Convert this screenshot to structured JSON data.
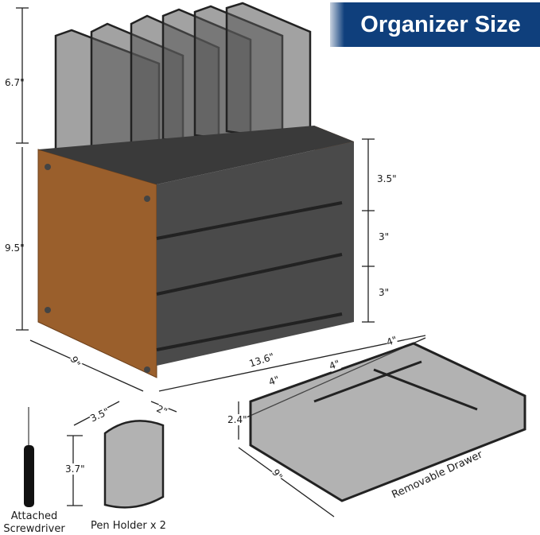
{
  "banner": {
    "title": "Organizer Size",
    "color": "#0f3f7c"
  },
  "dimensions": {
    "sorter_height": "6.7\"",
    "body_height": "9.5\"",
    "shelf_1": "3.5\"",
    "shelf_2": "3\"",
    "shelf_3": "3\"",
    "depth": "9\"",
    "width": "13.6\"",
    "drawer_compartment_1": "4\"",
    "drawer_compartment_2": "4\"",
    "drawer_compartment_3": "4\"",
    "drawer_height": "2.4\"",
    "drawer_depth": "9\"",
    "pen_holder_width": "3.5\"",
    "pen_holder_depth": "2\"",
    "pen_holder_height": "3.7\""
  },
  "captions": {
    "screwdriver": [
      "Attached",
      "Screwdriver"
    ],
    "pen_holder": "Pen Holder x 2",
    "drawer": "Removable Drawer"
  },
  "colors": {
    "wood": "#9a5f2c",
    "mesh": "#2a2a2a"
  }
}
